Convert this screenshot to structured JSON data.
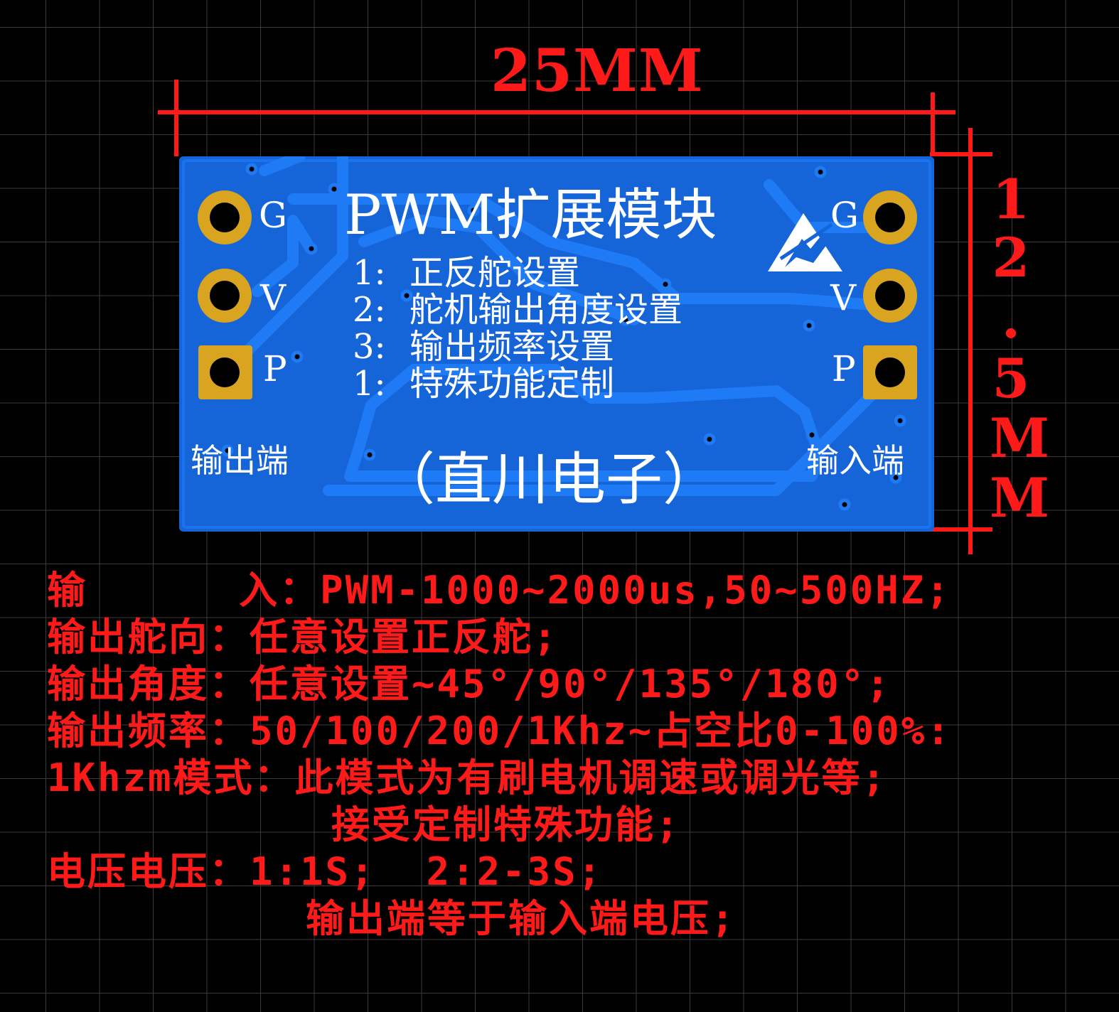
{
  "dimensions": {
    "width_label": "25MM",
    "height_label_chars": [
      "1",
      "2",
      ".",
      "5",
      "M",
      "M"
    ]
  },
  "board": {
    "title": "PWM扩展模块",
    "features": [
      {
        "num": "1:",
        "text": "正反舵设置"
      },
      {
        "num": "2:",
        "text": "舵机输出角度设置"
      },
      {
        "num": "3:",
        "text": "输出频率设置"
      },
      {
        "num": "1:",
        "text": "特殊功能定制"
      }
    ],
    "left_pins": [
      "G",
      "V",
      "P"
    ],
    "right_pins": [
      "G",
      "V",
      "P"
    ],
    "output_label": "输出端",
    "input_label": "输入端",
    "maker": "（直川电子）",
    "colors": {
      "pcb": "#1565d8",
      "pad": "#d9a520",
      "silkscreen": "#ffffff"
    },
    "icons": [
      "esd-warning-icon"
    ]
  },
  "specs": [
    "输      入：PWM-1000~2000us,50~500HZ;",
    "输出舵向：任意设置正反舵;",
    "输出角度：任意设置~45°/90°/135°/180°;",
    "输出频率：50/100/200/1Khz~占空比0-100%:",
    "1Khzm模式：此模式为有刷电机调速或调光等;",
    "接受定制特殊功能;",
    "电压电压：1:1S;  2:2-3S;",
    "输出端等于输入端电压;"
  ],
  "accent_color": "#ff1a1a"
}
